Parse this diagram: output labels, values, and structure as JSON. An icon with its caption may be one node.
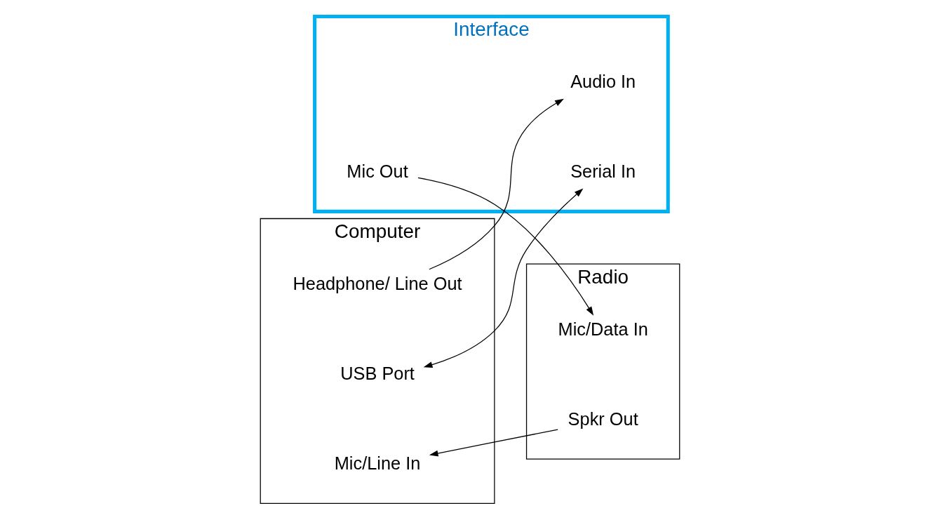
{
  "diagram": {
    "nodes": [
      {
        "text": [
          "Computer"
        ]
      },
      {
        "text": [
          "USB Port"
        ],
        "in": 0
      },
      {
        "text": [
          "Mic/Line In"
        ],
        "in": 0
      },
      {
        "text": [
          "Headphone/ Line Out"
        ],
        "in": 0
      },
      {
        "text": [
          "Interface"
        ]
      },
      {
        "text": [
          "Serial In"
        ],
        "in": 4
      },
      {
        "text": [
          "Audio In"
        ],
        "in": 4
      },
      {
        "text": [
          "Mic Out"
        ],
        "in": 4
      },
      {
        "text": [
          "Radio"
        ]
      },
      {
        "text": [
          "Spkr Out"
        ],
        "in": 8
      },
      {
        "text": [
          "Mic/Data In"
        ],
        "in": 8
      }
    ],
    "edges": [
      {
        "from": 1,
        "to": 5,
        "arrow": "both"
      },
      {
        "from": 9,
        "to": 2,
        "arrow": "to"
      },
      {
        "from": 3,
        "to": 6,
        "arrow": "to"
      },
      {
        "from": 7,
        "to": 10,
        "arrow": "to"
      }
    ]
  }
}
